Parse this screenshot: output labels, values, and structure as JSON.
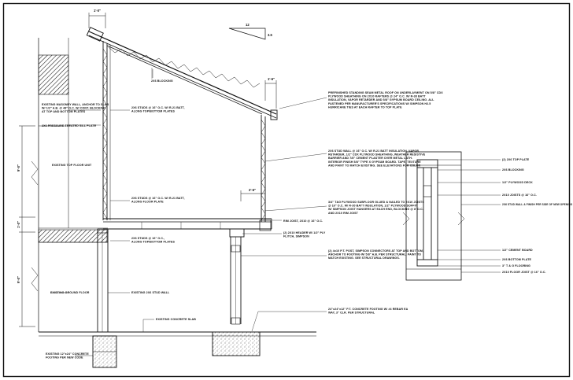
{
  "drawing": {
    "dimensions": {
      "top_overhang": "1'-0\"",
      "fascia_overhang": "1'-6\"",
      "upper_height": "9'-0\"",
      "floor_depth": "1'-0\"",
      "lower_height": "9'-0\"",
      "cantilever": "2'-6\"",
      "roof_slope_run": "12",
      "roof_slope_rise": "3.5"
    },
    "notes": {
      "ridge_label": "2X6 BLOCKING",
      "roof_assembly": [
        "PREFINISHED STANDING SEAM METAL ROOF ON UNDERLAYMENT ON 5/8\" CDX",
        "PLYWOOD SHEATHING ON 2X10 RAFTERS @ 24\" O.C. W/ R-38 BATT",
        "INSULATION, VAPOR RETARDER AND 5/8\" GYPSUM BOARD CEILING. ALL",
        "FASTENED PER MANUFACTURER'S SPECIFICATIONS W/ SIMPSON H2.5",
        "HURRICANE TIES AT EACH RAFTER TO TOP PLATE"
      ],
      "existing_wall": [
        "EXISTING MASONRY WALL, ANCHOR TO SLAB",
        "W/ 1/2\" A.B. @ 48\" O.C. W/ CONT. BLOCKING",
        "AT TOP AND BOTTOM PLATES"
      ],
      "sill_plate": "2X6 PRESSURE TREATED SILL PLATE",
      "upper_stud_note": [
        "2X6 STUDS @ 16\" O.C. W/ R-21 BATT,",
        "ALONG TOP/BOTTOM PLATES"
      ],
      "upper_room": "EXISTING TOP FLOOR UNIT",
      "wall_assembly": [
        "2X6 STUD WALL @ 16\" O.C. W/ R-21 BATT INSULATION, VAPOR",
        "RETARDER, 1/2\" CDX PLYWOOD SHEATHING, WEATHER RESISTIVE",
        "BARRIER AND 7/8\" CEMENT PLASTER OVER METAL LATH.",
        "INTERIOR FINISH 5/8\" TYPE X GYPSUM BOARD. TAPE, TEXTURE",
        "AND PAINT TO MATCH EXISTING. SEE ELEVATIONS FOR COLOR"
      ],
      "mid_stud_note": [
        "2X6 STUDS @ 16\" O.C. W/ R-21 BATT,",
        "ALONG FLOOR PLATE"
      ],
      "floor_assembly": [
        "3/4\" T&G PLYWOOD SUBFLOOR GLUED & NAILED TO 2X10 JOISTS",
        "@ 16\" O.C. W/ R-30 BATT INSULATION, 1/2\" PLYWOOD SOFFIT",
        "W/ SIMPSON JOIST HANGERS AT EACH END, BLOCKING @ 8' O.C.",
        "AND 2X10 RIM JOIST"
      ],
      "rim_note": "RIM JOIST, 2X10 @ 16\" O.C.",
      "beam_note": [
        "(2) 2X10 HEADER W/ 1/2\" PLY",
        "FLITCH, SIMPSON"
      ],
      "lower_stud_note": [
        "2X6 STUDS @ 16\" O.C.,",
        "ALONG TOP/BOTTOM PLATES"
      ],
      "post_note": [
        "(2) 4x10 P.T. POST, SIMPSON CONNECTORS AT TOP AND BOTTOM,",
        "ANCHOR TO FOOTING W/ 5/8\" A.B. PER STRUCTURAL. PAINT TO",
        "MATCH EXISTING. SEE STRUCTURAL DRAWINGS."
      ],
      "lower_room": "EXISTING GROUND FLOOR",
      "lower_wall_note": "EXISTING 2X6 STUD WALL",
      "slab_note": "EXISTING CONCRETE SLAB",
      "footing_note": [
        "24\"x24\"x12\" P.T. CONCRETE FOOTING W/ #4 REBAR EA",
        "WAY, 3\" CLR. PER STRUCTURAL"
      ],
      "found_note": [
        "EXISTING 12\"x24\" CONCRETE",
        "FOOTING PER NEW CODE"
      ],
      "detail_labels": [
        "(2) 2X6 TOP PLATE",
        "2X6 BLOCKING",
        "1/2\" PLYWOOD DECK",
        "2X10 JOISTS @ 16\" O.C.",
        "2X6 STUD WALL & FINISH PER SIDE OF NEW OPENING",
        "1/2\" CEMENT BOARD",
        "2X6 BOTTOM PLATE",
        "3\" T & G FLOORING",
        "2X10 FLOOR JOIST @ 16\" O.C."
      ]
    }
  }
}
